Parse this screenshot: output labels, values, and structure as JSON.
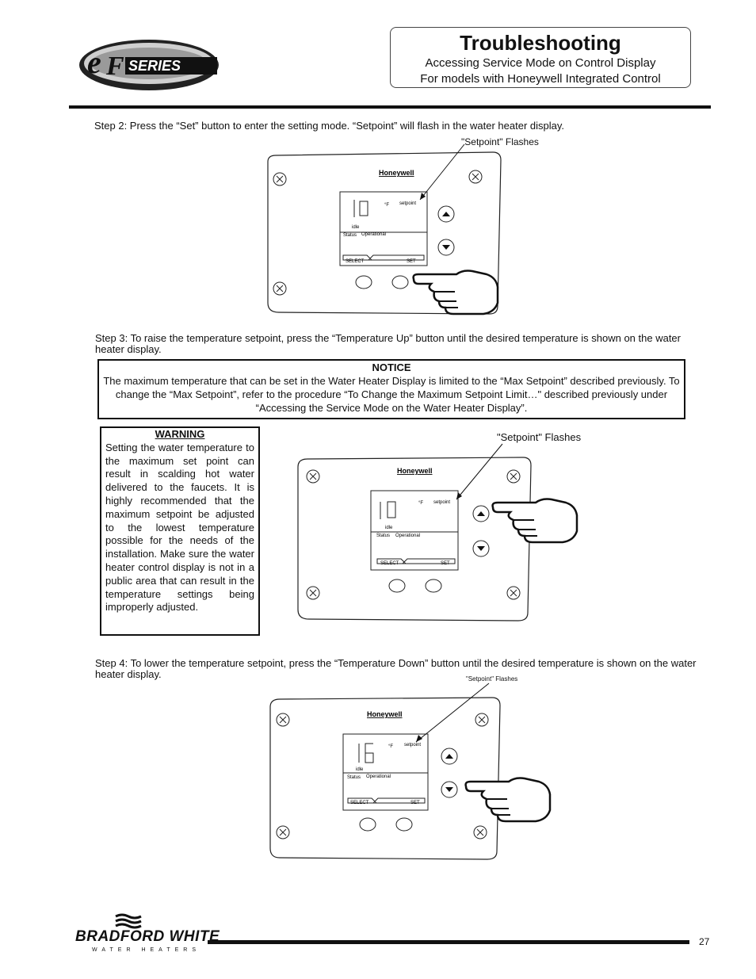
{
  "header": {
    "logo_text": "eF SERIES",
    "title": "Troubleshooting",
    "subtitle_line1": "Accessing Service Mode on Control Display",
    "subtitle_line2": "For models with Honeywell Integrated Control"
  },
  "step2": {
    "text": "Step 2:  Press the “Set” button to enter the setting mode.  “Setpoint” will flash in the water heater display.",
    "callout": "\"Setpoint\" Flashes"
  },
  "step3": {
    "text": "Step 3:  To raise the temperature setpoint, press the “Temperature Up” button until the desired temperature is shown on the water heater display.",
    "callout": "\"Setpoint\" Flashes"
  },
  "notice": {
    "title": "NOTICE",
    "body": "The maximum temperature that can be set in the Water Heater Display is limited to the “Max Setpoint” described previously. To change the “Max Setpoint”, refer to the procedure “To Change the Maximum Setpoint Limit…\" described previously under “Accessing the Service Mode on the Water Heater Display”."
  },
  "warning": {
    "title": "WARNING",
    "body": "Setting the water temperature to the maximum set point can result in scalding hot water delivered to the faucets. It is highly recommended that the maximum setpoint be adjusted to the lowest temperature possible for the needs of the installation. Make sure the water heater control display is not in a public area that can result in the temperature settings being improperly adjusted."
  },
  "step4": {
    "text": "Step 4:  To lower the temperature setpoint, press the “Temperature Down” button until the desired temperature is shown on the water heater display.",
    "callout": "\"Setpoint\" Flashes"
  },
  "display": {
    "brand": "Honeywell",
    "unit": "°F",
    "setpoint_label": "setpoint",
    "idle_label": "idle",
    "status_label": "Status",
    "operational_label": "Operational",
    "select_label": "SELECT",
    "set_label": "SET"
  },
  "footer": {
    "brand": "BRADFORD WHITE",
    "brand_sub": "WATER HEATERS",
    "page_number": "27"
  }
}
